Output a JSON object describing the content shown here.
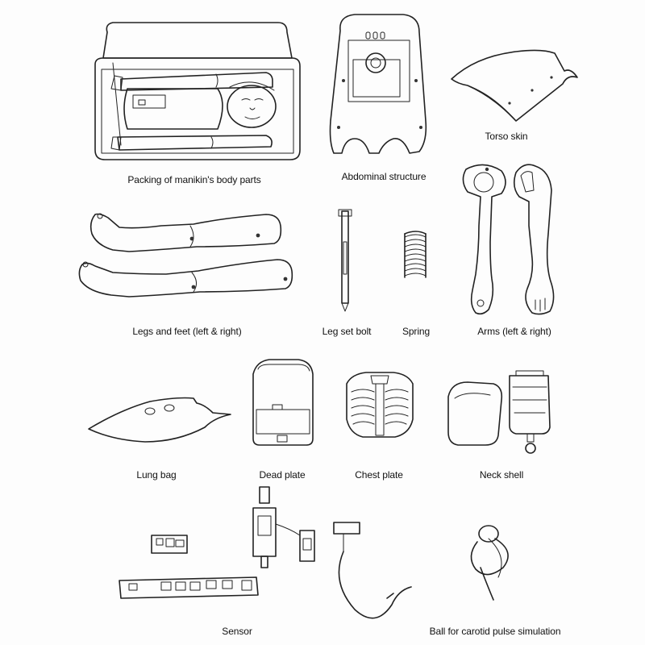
{
  "labels": {
    "packing": "Packing of manikin's body parts",
    "abdominal": "Abdominal structure",
    "torso_skin": "Torso skin",
    "legs": "Legs and feet (left & right)",
    "leg_bolt": "Leg set bolt",
    "spring": "Spring",
    "arms": "Arms (left & right)",
    "lung_bag": "Lung bag",
    "dead_plate": "Dead plate",
    "chest_plate": "Chest plate",
    "neck_shell": "Neck shell",
    "sensor": "Sensor",
    "ball": "Ball for carotid pulse simulation"
  }
}
